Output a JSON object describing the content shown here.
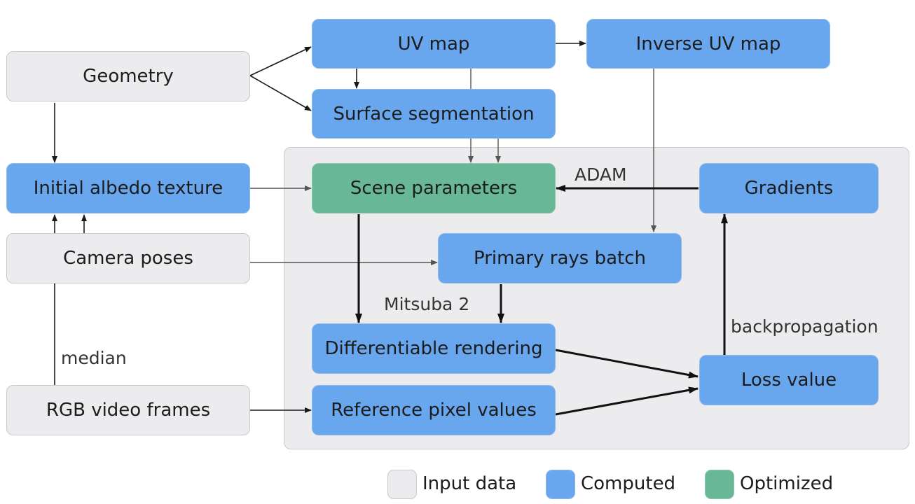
{
  "nodes": {
    "geometry": "Geometry",
    "uv_map": "UV map",
    "inverse_uv_map": "Inverse UV map",
    "surface_segmentation": "Surface segmentation",
    "initial_albedo_texture": "Initial albedo texture",
    "scene_parameters": "Scene parameters",
    "gradients": "Gradients",
    "camera_poses": "Camera poses",
    "primary_rays_batch": "Primary rays batch",
    "differentiable_rendering": "Differentiable rendering",
    "reference_pixel_values": "Reference pixel values",
    "loss_value": "Loss value",
    "rgb_video_frames": "RGB video frames"
  },
  "edge_labels": {
    "adam": "ADAM",
    "mitsuba": "Mitsuba 2",
    "backpropagation": "backpropagation",
    "median": "median"
  },
  "legend": {
    "input": "Input data",
    "computed": "Computed",
    "optimized": "Optimized"
  },
  "colors": {
    "input": "#ececee",
    "computed": "#68a6ee",
    "optimized": "#68b898"
  }
}
